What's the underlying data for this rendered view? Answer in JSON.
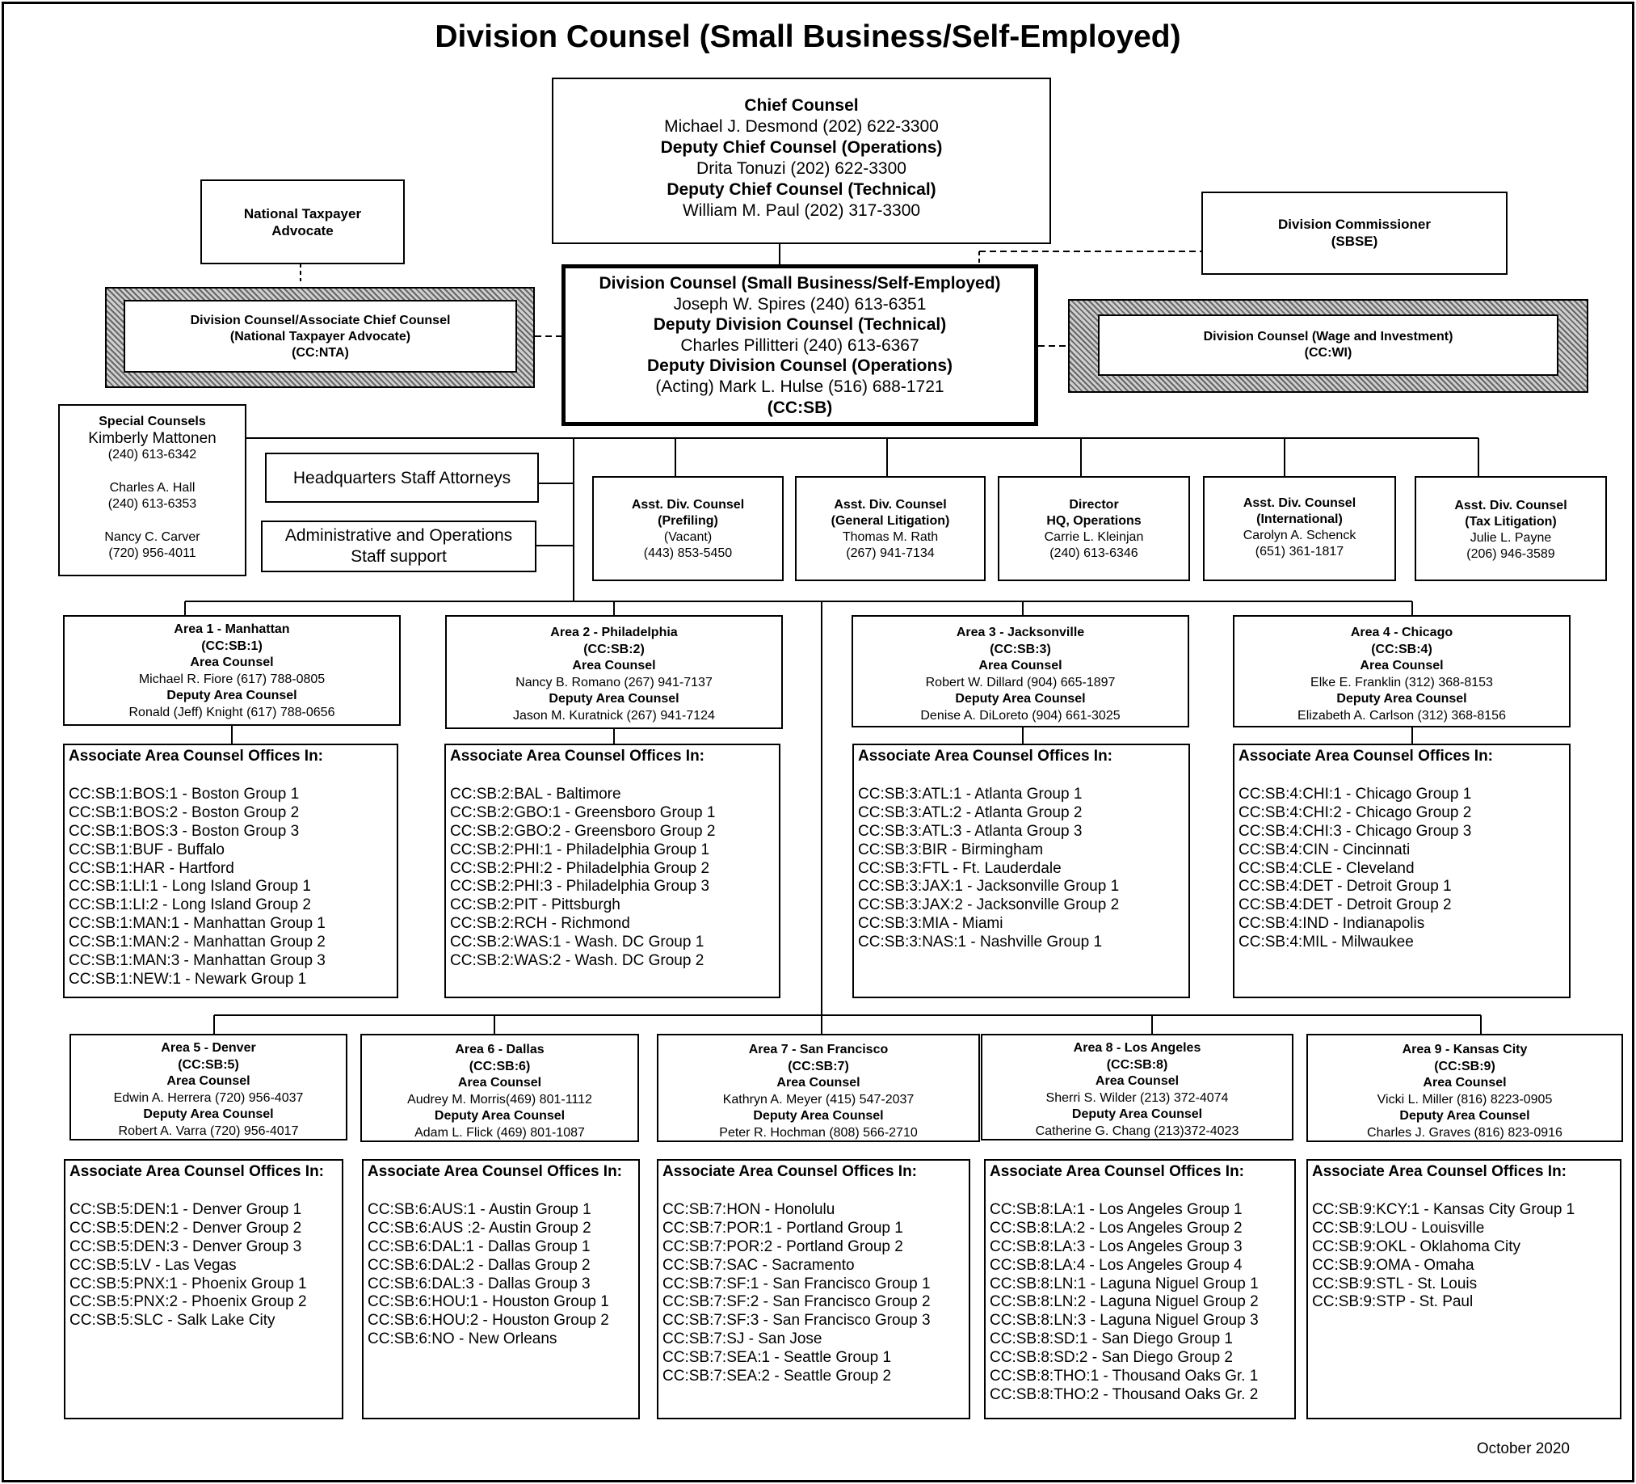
{
  "title": "Division Counsel (Small Business/Self-Employed)",
  "chief_counsel": {
    "title": "Chief Counsel",
    "name": "Michael J. Desmond  (202) 622-3300",
    "deputy_ops_title": "Deputy Chief Counsel (Operations)",
    "deputy_ops_name": "Drita Tonuzi   (202) 622-3300",
    "deputy_tech_title": "Deputy Chief Counsel (Technical)",
    "deputy_tech_name": "William M. Paul  (202) 317-3300"
  },
  "national_taxpayer_advocate": {
    "line1": "National Taxpayer",
    "line2": "Advocate"
  },
  "division_commissioner": {
    "line1": "Division Commissioner",
    "line2": "(SBSE)"
  },
  "nta_counsel": {
    "line1": "Division Counsel/Associate Chief Counsel",
    "line2": "(National Taxpayer Advocate)",
    "line3": "(CC:NTA)"
  },
  "wi_counsel": {
    "line1": "Division Counsel (Wage and Investment)",
    "line2": "(CC:WI)"
  },
  "division_counsel": {
    "title": "Division Counsel (Small Business/Self-Employed)",
    "name": "Joseph W. Spires  (240) 613-6351",
    "deputy_tech_title": "Deputy Division Counsel (Technical)",
    "deputy_tech_name": "Charles Pillitteri (240) 613-6367",
    "deputy_ops_title": "Deputy Division Counsel (Operations)",
    "deputy_ops_name": "(Acting)  Mark L. Hulse  (516) 688-1721",
    "code": "(CC:SB)"
  },
  "special_counsels": {
    "title": "Special Counsels",
    "p1_name": "Kimberly Mattonen",
    "p1_phone": "(240) 613-6342",
    "p2_name": "Charles A. Hall",
    "p2_phone": "(240) 613-6353",
    "p3_name": "Nancy C. Carver",
    "p3_phone": "(720) 956-4011"
  },
  "hq_staff": "Headquarters Staff Attorneys",
  "admin_staff": {
    "line1": "Administrative and Operations",
    "line2": "Staff support"
  },
  "assistants": [
    {
      "line1": "Asst. Div. Counsel",
      "line2": "(Prefiling)",
      "line3": "(Vacant)",
      "line4": "(443)  853-5450"
    },
    {
      "line1": "Asst. Div. Counsel",
      "line2": "(General Litigation)",
      "line3": "Thomas M. Rath",
      "line4": "(267) 941-7134"
    },
    {
      "line1": "Director",
      "line2": "HQ, Operations",
      "line3": "Carrie L. Kleinjan",
      "line4": "(240) 613-6346"
    },
    {
      "line1": "Asst. Div. Counsel",
      "line2": "(International)",
      "line3": "Carolyn A. Schenck",
      "line4": "(651) 361-1817"
    },
    {
      "line1": "Asst. Div. Counsel",
      "line2": "(Tax Litigation)",
      "line3": "Julie L. Payne",
      "line4": "(206) 946-3589"
    }
  ],
  "areas": [
    {
      "name": "Area 1 -  Manhattan",
      "code": "(CC:SB:1)",
      "ac_label": "Area Counsel",
      "ac": "Michael R. Fiore  (617) 788-0805",
      "dac_label": "Deputy Area Counsel",
      "dac": "Ronald (Jeff) Knight  (617) 788-0656"
    },
    {
      "name": "Area 2 -  Philadelphia",
      "code": "(CC:SB:2)",
      "ac_label": "Area Counsel",
      "ac": "Nancy B. Romano (267) 941-7137",
      "dac_label": "Deputy Area Counsel",
      "dac": "Jason M. Kuratnick (267) 941-7124"
    },
    {
      "name": "Area 3 - Jacksonville",
      "code": "(CC:SB:3)",
      "ac_label": "Area Counsel",
      "ac": "Robert W. Dillard (904) 665-1897",
      "dac_label": "Deputy Area Counsel",
      "dac": "Denise A. DiLoreto (904) 661-3025"
    },
    {
      "name": "Area 4  -  Chicago",
      "code": "(CC:SB:4)",
      "ac_label": "Area Counsel",
      "ac": "Elke E. Franklin (312) 368-8153",
      "dac_label": "Deputy Area Counsel",
      "dac": "Elizabeth A. Carlson (312) 368-8156"
    },
    {
      "name": "Area 5 - Denver",
      "code": "(CC:SB:5)",
      "ac_label": "Area Counsel",
      "ac": "Edwin A. Herrera  (720) 956-4037",
      "dac_label": "Deputy Area Counsel",
      "dac": "Robert A. Varra  (720) 956-4017"
    },
    {
      "name": "Area 6 - Dallas",
      "code": "(CC:SB:6)",
      "ac_label": "Area Counsel",
      "ac": "Audrey M. Morris(469) 801-1112",
      "dac_label": "Deputy Area Counsel",
      "dac": "Adam L. Flick (469) 801-1087"
    },
    {
      "name": "Area 7 - San Francisco",
      "code": "(CC:SB:7)",
      "ac_label": "Area Counsel",
      "ac": "Kathryn A. Meyer  (415) 547-2037",
      "dac_label": "Deputy Area Counsel",
      "dac": "Peter R. Hochman (808) 566-2710"
    },
    {
      "name": "Area 8  -  Los Angeles",
      "code": "(CC:SB:8)",
      "ac_label": "Area Counsel",
      "ac": "Sherri S. Wilder (213) 372-4074",
      "dac_label": "Deputy Area Counsel",
      "dac": "Catherine G. Chang (213)372-4023"
    },
    {
      "name": "Area 9  -  Kansas City",
      "code": "(CC:SB:9)",
      "ac_label": "Area Counsel",
      "ac": "Vicki L. Miller  (816) 8223-0905",
      "dac_label": "Deputy Area Counsel",
      "dac": "Charles J. Graves  (816) 823-0916"
    }
  ],
  "offices_heading": "Associate Area Counsel Offices In:",
  "offices": [
    [
      "CC:SB:1:BOS:1 - Boston Group 1",
      "CC:SB:1:BOS:2 - Boston Group 2",
      "CC:SB:1:BOS:3 - Boston Group 3",
      "CC:SB:1:BUF - Buffalo",
      "CC:SB:1:HAR - Hartford",
      "CC:SB:1:LI:1 - Long Island Group 1",
      "CC:SB:1:LI:2 - Long Island Group 2",
      "CC:SB:1:MAN:1 - Manhattan Group 1",
      "CC:SB:1:MAN:2 - Manhattan Group 2",
      "CC:SB:1:MAN:3 - Manhattan Group 3",
      "CC:SB:1:NEW:1 - Newark Group 1"
    ],
    [
      "CC:SB:2:BAL - Baltimore",
      "CC:SB:2:GBO:1 - Greensboro Group 1",
      "CC:SB:2:GBO:2 - Greensboro Group 2",
      "CC:SB:2:PHI:1 - Philadelphia Group 1",
      "CC:SB:2:PHI:2 - Philadelphia Group 2",
      "CC:SB:2:PHI:3 - Philadelphia Group 3",
      "CC:SB:2:PIT - Pittsburgh",
      "CC:SB:2:RCH - Richmond",
      "CC:SB:2:WAS:1 - Wash. DC Group 1",
      "CC:SB:2:WAS:2 - Wash. DC Group 2"
    ],
    [
      "CC:SB:3:ATL:1 - Atlanta Group 1",
      "CC:SB:3:ATL:2 - Atlanta Group 2",
      "CC:SB:3:ATL:3 - Atlanta Group 3",
      "CC:SB:3:BIR - Birmingham",
      "CC:SB:3:FTL - Ft. Lauderdale",
      "CC:SB:3:JAX:1 - Jacksonville Group 1",
      "CC:SB:3:JAX:2 - Jacksonville Group 2",
      "CC:SB:3:MIA - Miami",
      "CC:SB:3:NAS:1 - Nashville Group 1"
    ],
    [
      "CC:SB:4:CHI:1 - Chicago Group 1",
      "CC:SB:4:CHI:2 - Chicago Group 2",
      "CC:SB:4:CHI:3 - Chicago Group 3",
      "CC:SB:4:CIN - Cincinnati",
      "CC:SB:4:CLE - Cleveland",
      "CC:SB:4:DET - Detroit Group 1",
      "CC:SB:4:DET - Detroit Group 2",
      "CC:SB:4:IND - Indianapolis",
      "CC:SB:4:MIL - Milwaukee"
    ],
    [
      "CC:SB:5:DEN:1 - Denver Group 1",
      "CC:SB:5:DEN:2 - Denver Group 2",
      "CC:SB:5:DEN:3 - Denver Group 3",
      "CC:SB:5:LV - Las Vegas",
      "CC:SB:5:PNX:1 - Phoenix Group 1",
      "CC:SB:5:PNX:2 - Phoenix Group 2",
      "CC:SB:5:SLC - Salk Lake City"
    ],
    [
      "CC:SB:6:AUS:1 - Austin Group 1",
      "CC:SB:6:AUS :2- Austin Group 2",
      "CC:SB:6:DAL:1 - Dallas Group 1",
      "CC:SB:6:DAL:2 - Dallas Group 2",
      "CC:SB:6:DAL:3 - Dallas Group 3",
      "CC:SB:6:HOU:1 - Houston Group 1",
      "CC:SB:6:HOU:2 - Houston Group 2",
      "CC:SB:6:NO - New Orleans"
    ],
    [
      "CC:SB:7:HON - Honolulu",
      "CC:SB:7:POR:1 - Portland Group 1",
      "CC:SB:7:POR:2 - Portland Group 2",
      "CC:SB:7:SAC - Sacramento",
      "CC:SB:7:SF:1 - San Francisco Group 1",
      "CC:SB:7:SF:2 - San Francisco Group 2",
      "CC:SB:7:SF:3 - San Francisco Group 3",
      "CC:SB:7:SJ - San Jose",
      "CC:SB:7:SEA:1 - Seattle Group 1",
      "CC:SB:7:SEA:2 - Seattle Group 2"
    ],
    [
      "CC:SB:8:LA:1 - Los Angeles Group 1",
      "CC:SB:8:LA:2 - Los Angeles Group 2",
      "CC:SB:8:LA:3 - Los Angeles Group 3",
      "CC:SB:8:LA:4 - Los Angeles Group 4",
      "CC:SB:8:LN:1 - Laguna Niguel Group 1",
      "CC:SB:8:LN:2 - Laguna Niguel Group 2",
      "CC:SB:8:LN:3 - Laguna Niguel Group 3",
      "CC:SB:8:SD:1 - San Diego Group 1",
      "CC:SB:8:SD:2 - San Diego Group 2",
      "CC:SB:8:THO:1 - Thousand Oaks Gr. 1",
      "CC:SB:8:THO:2 - Thousand Oaks Gr. 2"
    ],
    [
      "CC:SB:9:KCY:1 - Kansas City Group 1",
      "CC:SB:9:LOU - Louisville",
      "CC:SB:9:OKL - Oklahoma City",
      "CC:SB:9:OMA - Omaha",
      "CC:SB:9:STL - St. Louis",
      "CC:SB:9:STP - St. Paul"
    ]
  ],
  "date": "October 2020"
}
